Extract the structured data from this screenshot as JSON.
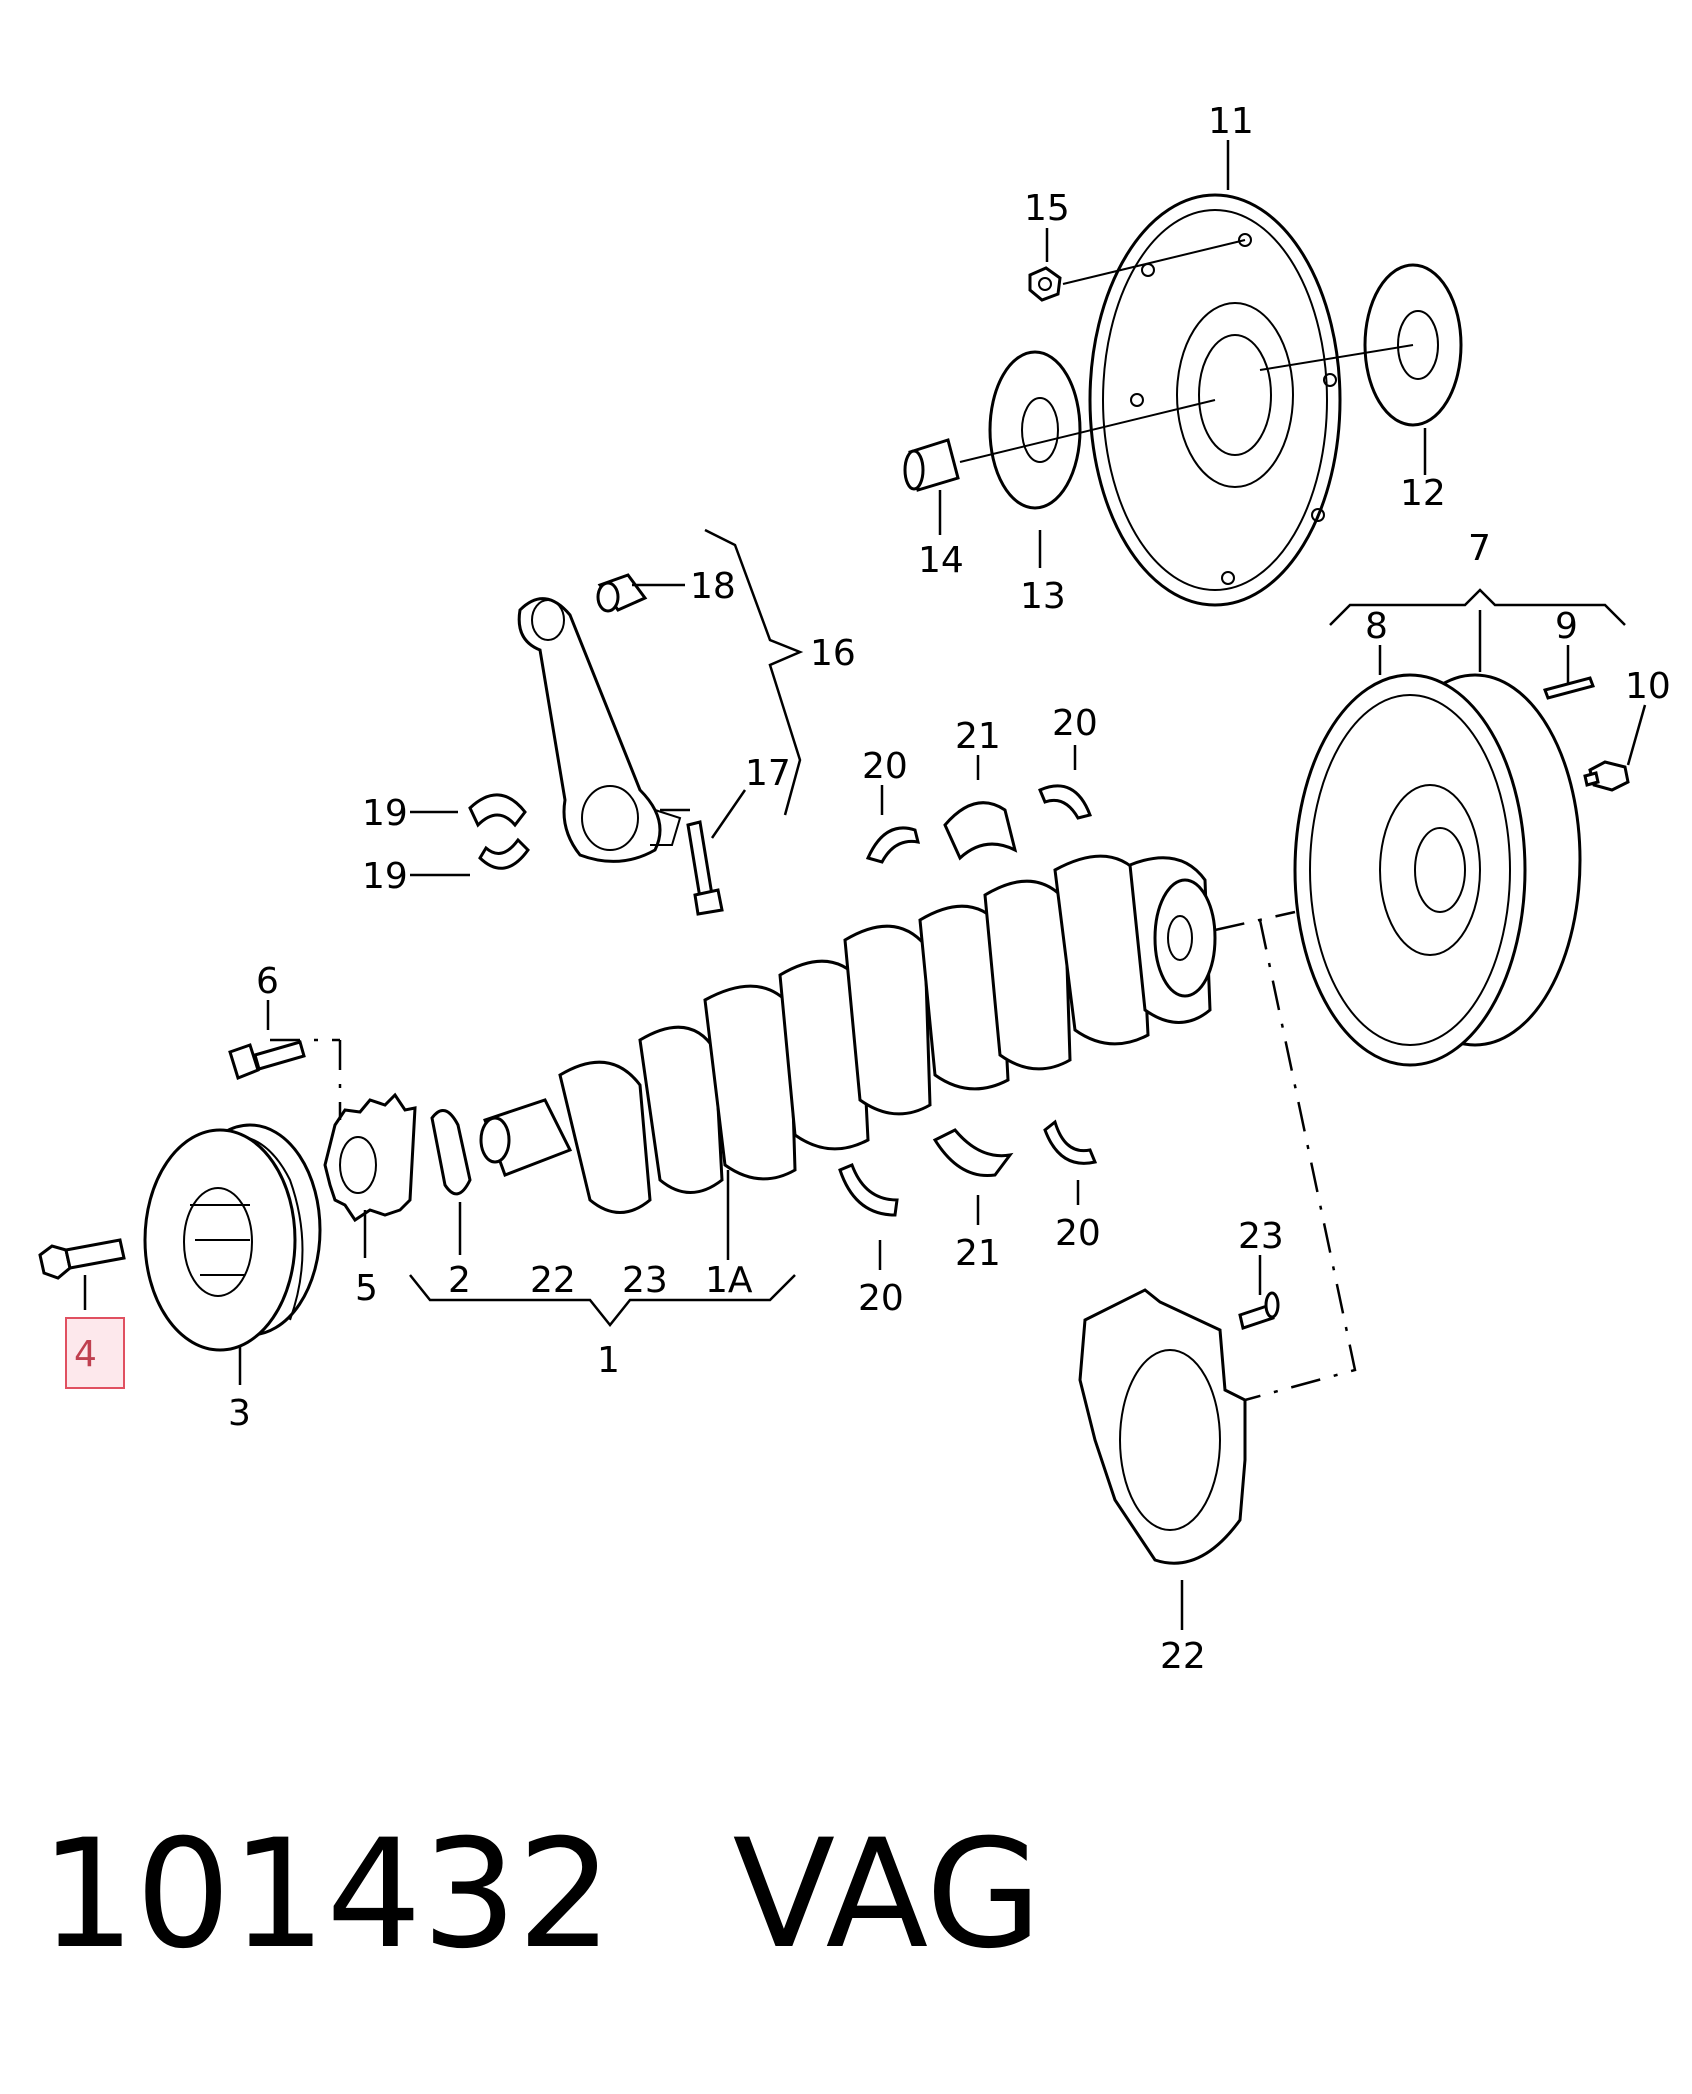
{
  "diagram": {
    "labels": {
      "l1": "1",
      "l1a": "1A",
      "l2": "2",
      "l3": "3",
      "l4": "4",
      "l5": "5",
      "l6": "6",
      "l7": "7",
      "l8": "8",
      "l9": "9",
      "l10": "10",
      "l11": "11",
      "l12": "12",
      "l13": "13",
      "l14": "14",
      "l15": "15",
      "l16": "16",
      "l17": "17",
      "l18": "18",
      "l19": "19",
      "l20": "20",
      "l21": "21",
      "l22": "22",
      "l23": "23"
    },
    "highlight_color": "#e05060",
    "highlight_fill": "#fde8ec"
  },
  "caption": {
    "part_number": "101432",
    "brand": "VAG"
  }
}
